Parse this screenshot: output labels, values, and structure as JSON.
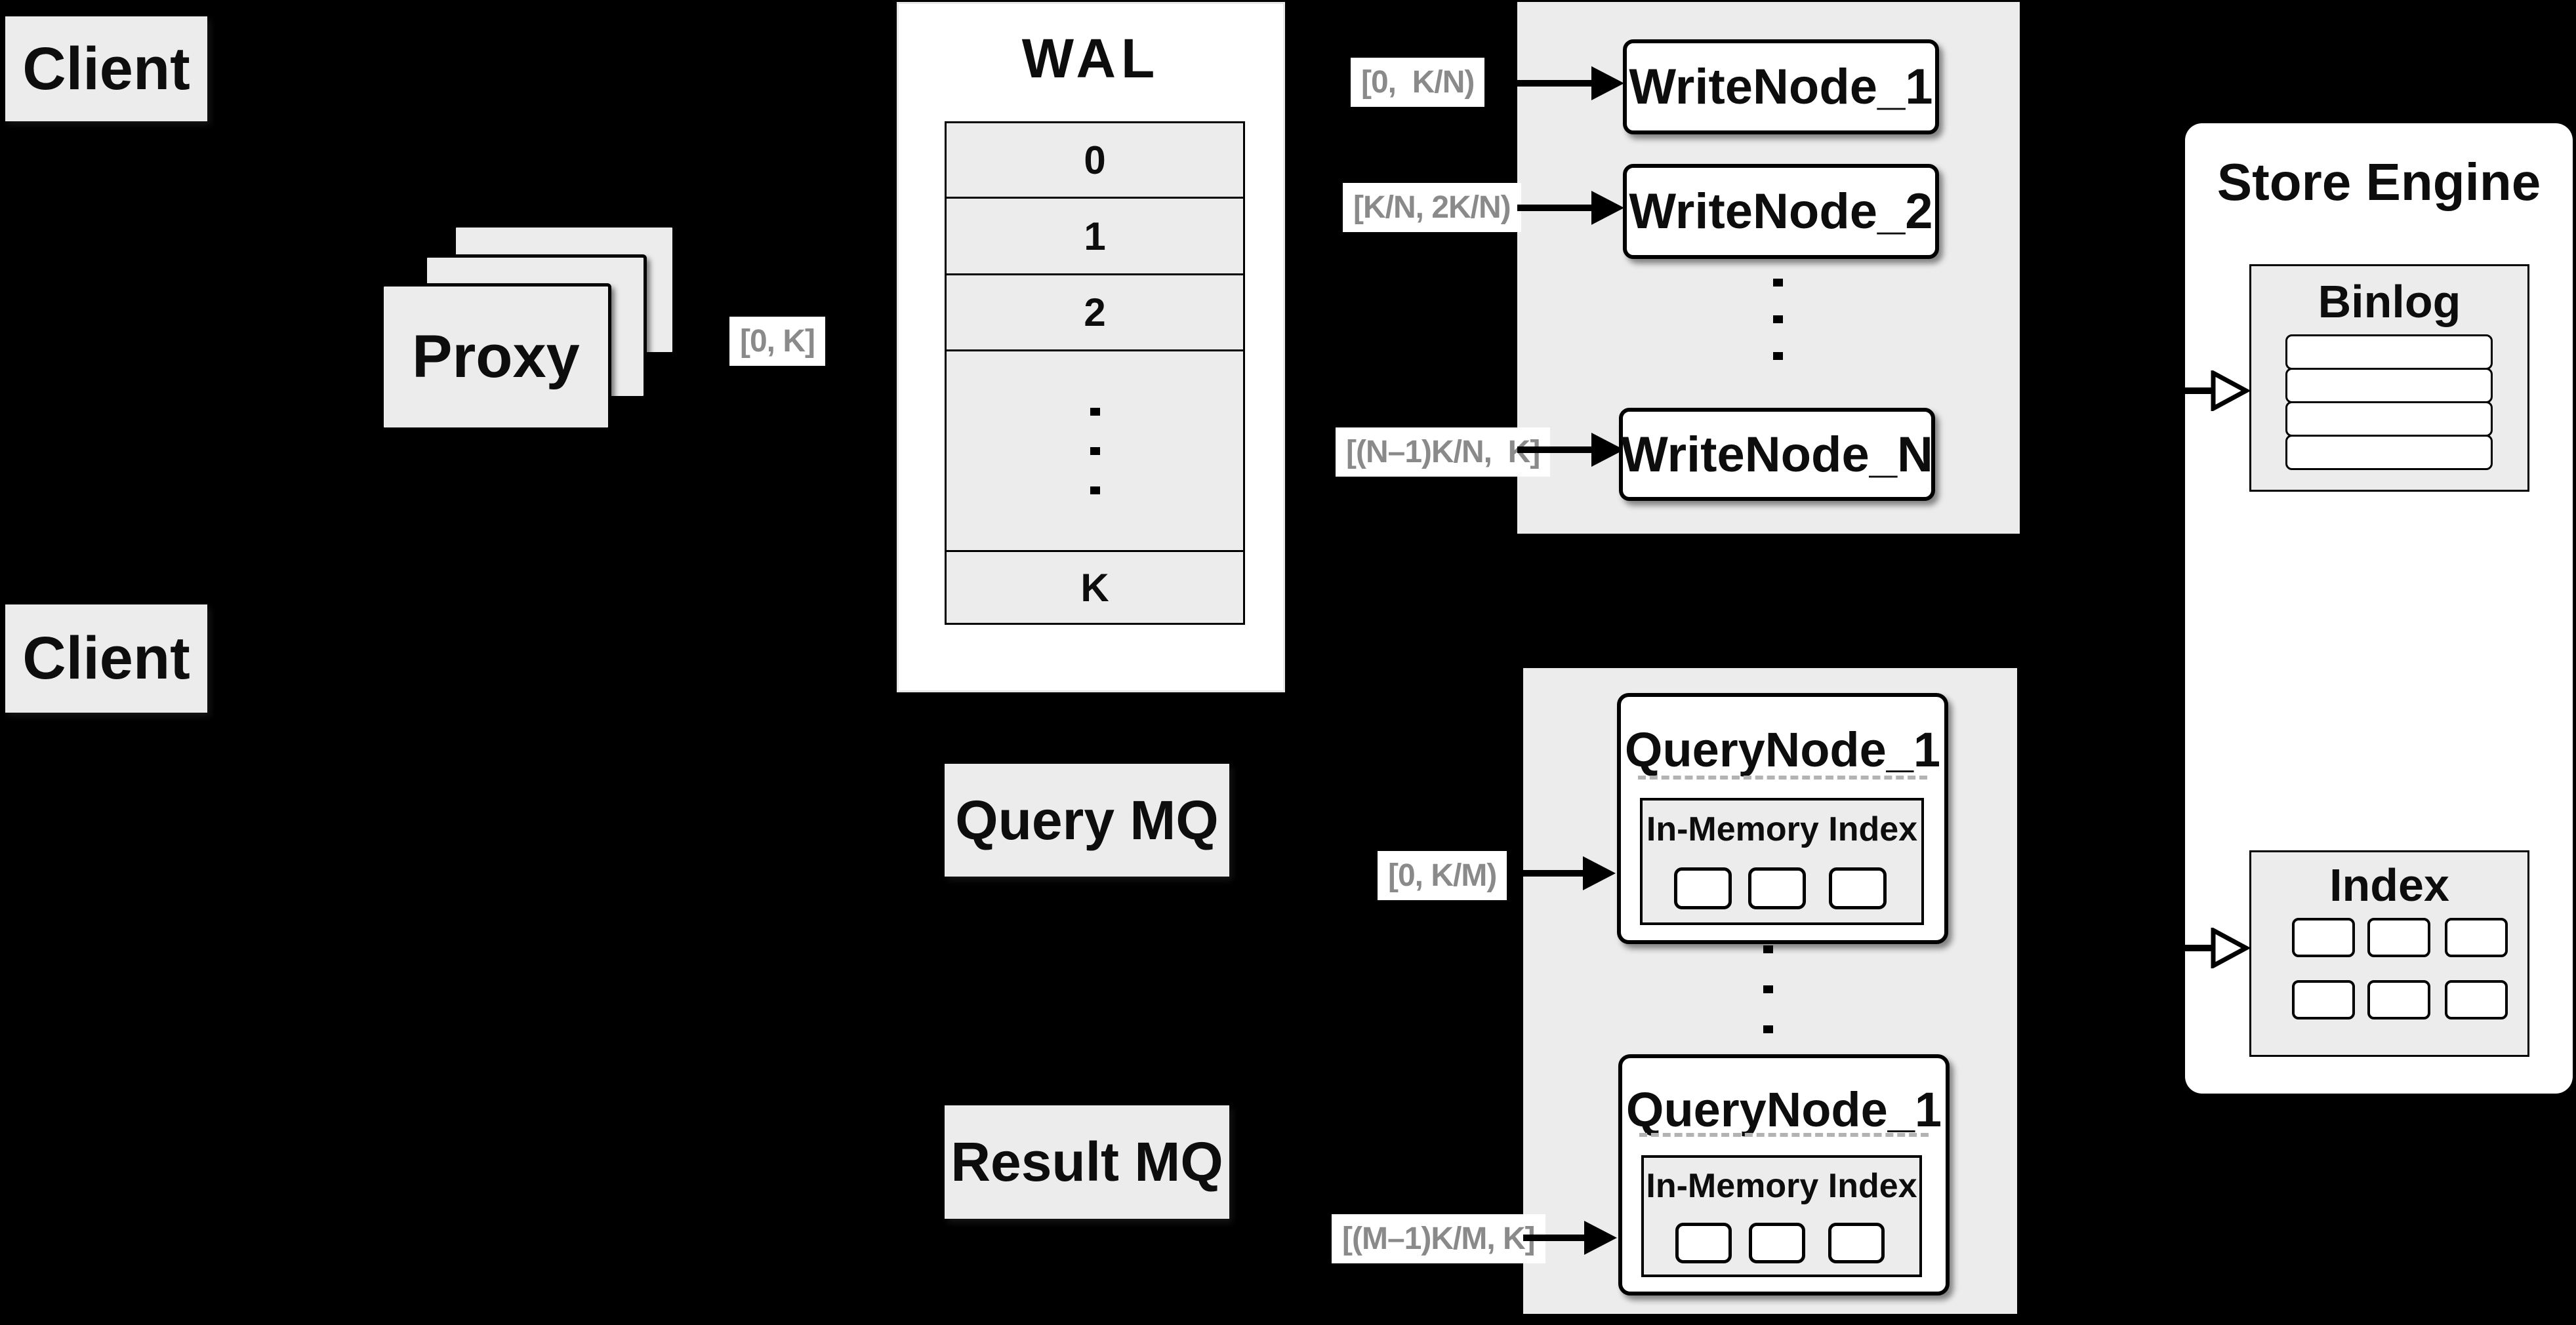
{
  "colors": {
    "background": "#000000",
    "panel_gray": "#ececec",
    "node_white": "#ffffff",
    "border_black": "#000000",
    "range_label_text": "#8a8a8a",
    "dashed_divider": "#b3b3b3"
  },
  "clients": {
    "top_label": "Client",
    "bottom_label": "Client"
  },
  "proxy": {
    "label": "Proxy",
    "range_label": "[0, K]"
  },
  "wal": {
    "title": "WAL",
    "rows": [
      "0",
      "1",
      "2",
      "K"
    ]
  },
  "write_section": {
    "ranges": [
      "[0,  K/N)",
      "[K/N, 2K/N)",
      "[(N–1)K/N,  K]"
    ],
    "nodes": [
      "WriteNode_1",
      "WriteNode_2",
      "WriteNode_N"
    ]
  },
  "mq": {
    "query_label": "Query MQ",
    "result_label": "Result MQ"
  },
  "query_section": {
    "ranges": [
      "[0, K/M)",
      "[(M–1)K/M, K]"
    ],
    "nodes": [
      {
        "title": "QueryNode_1",
        "memory_index_label": "In-Memory Index"
      },
      {
        "title": "QueryNode_1",
        "memory_index_label": "In-Memory Index"
      }
    ]
  },
  "store_engine": {
    "title": "Store Engine",
    "binlog_title": "Binlog",
    "index_title": "Index"
  },
  "icons": {
    "vertical_ellipsis": "⋮",
    "solid_arrow": "→",
    "hollow_arrow": "▷"
  }
}
